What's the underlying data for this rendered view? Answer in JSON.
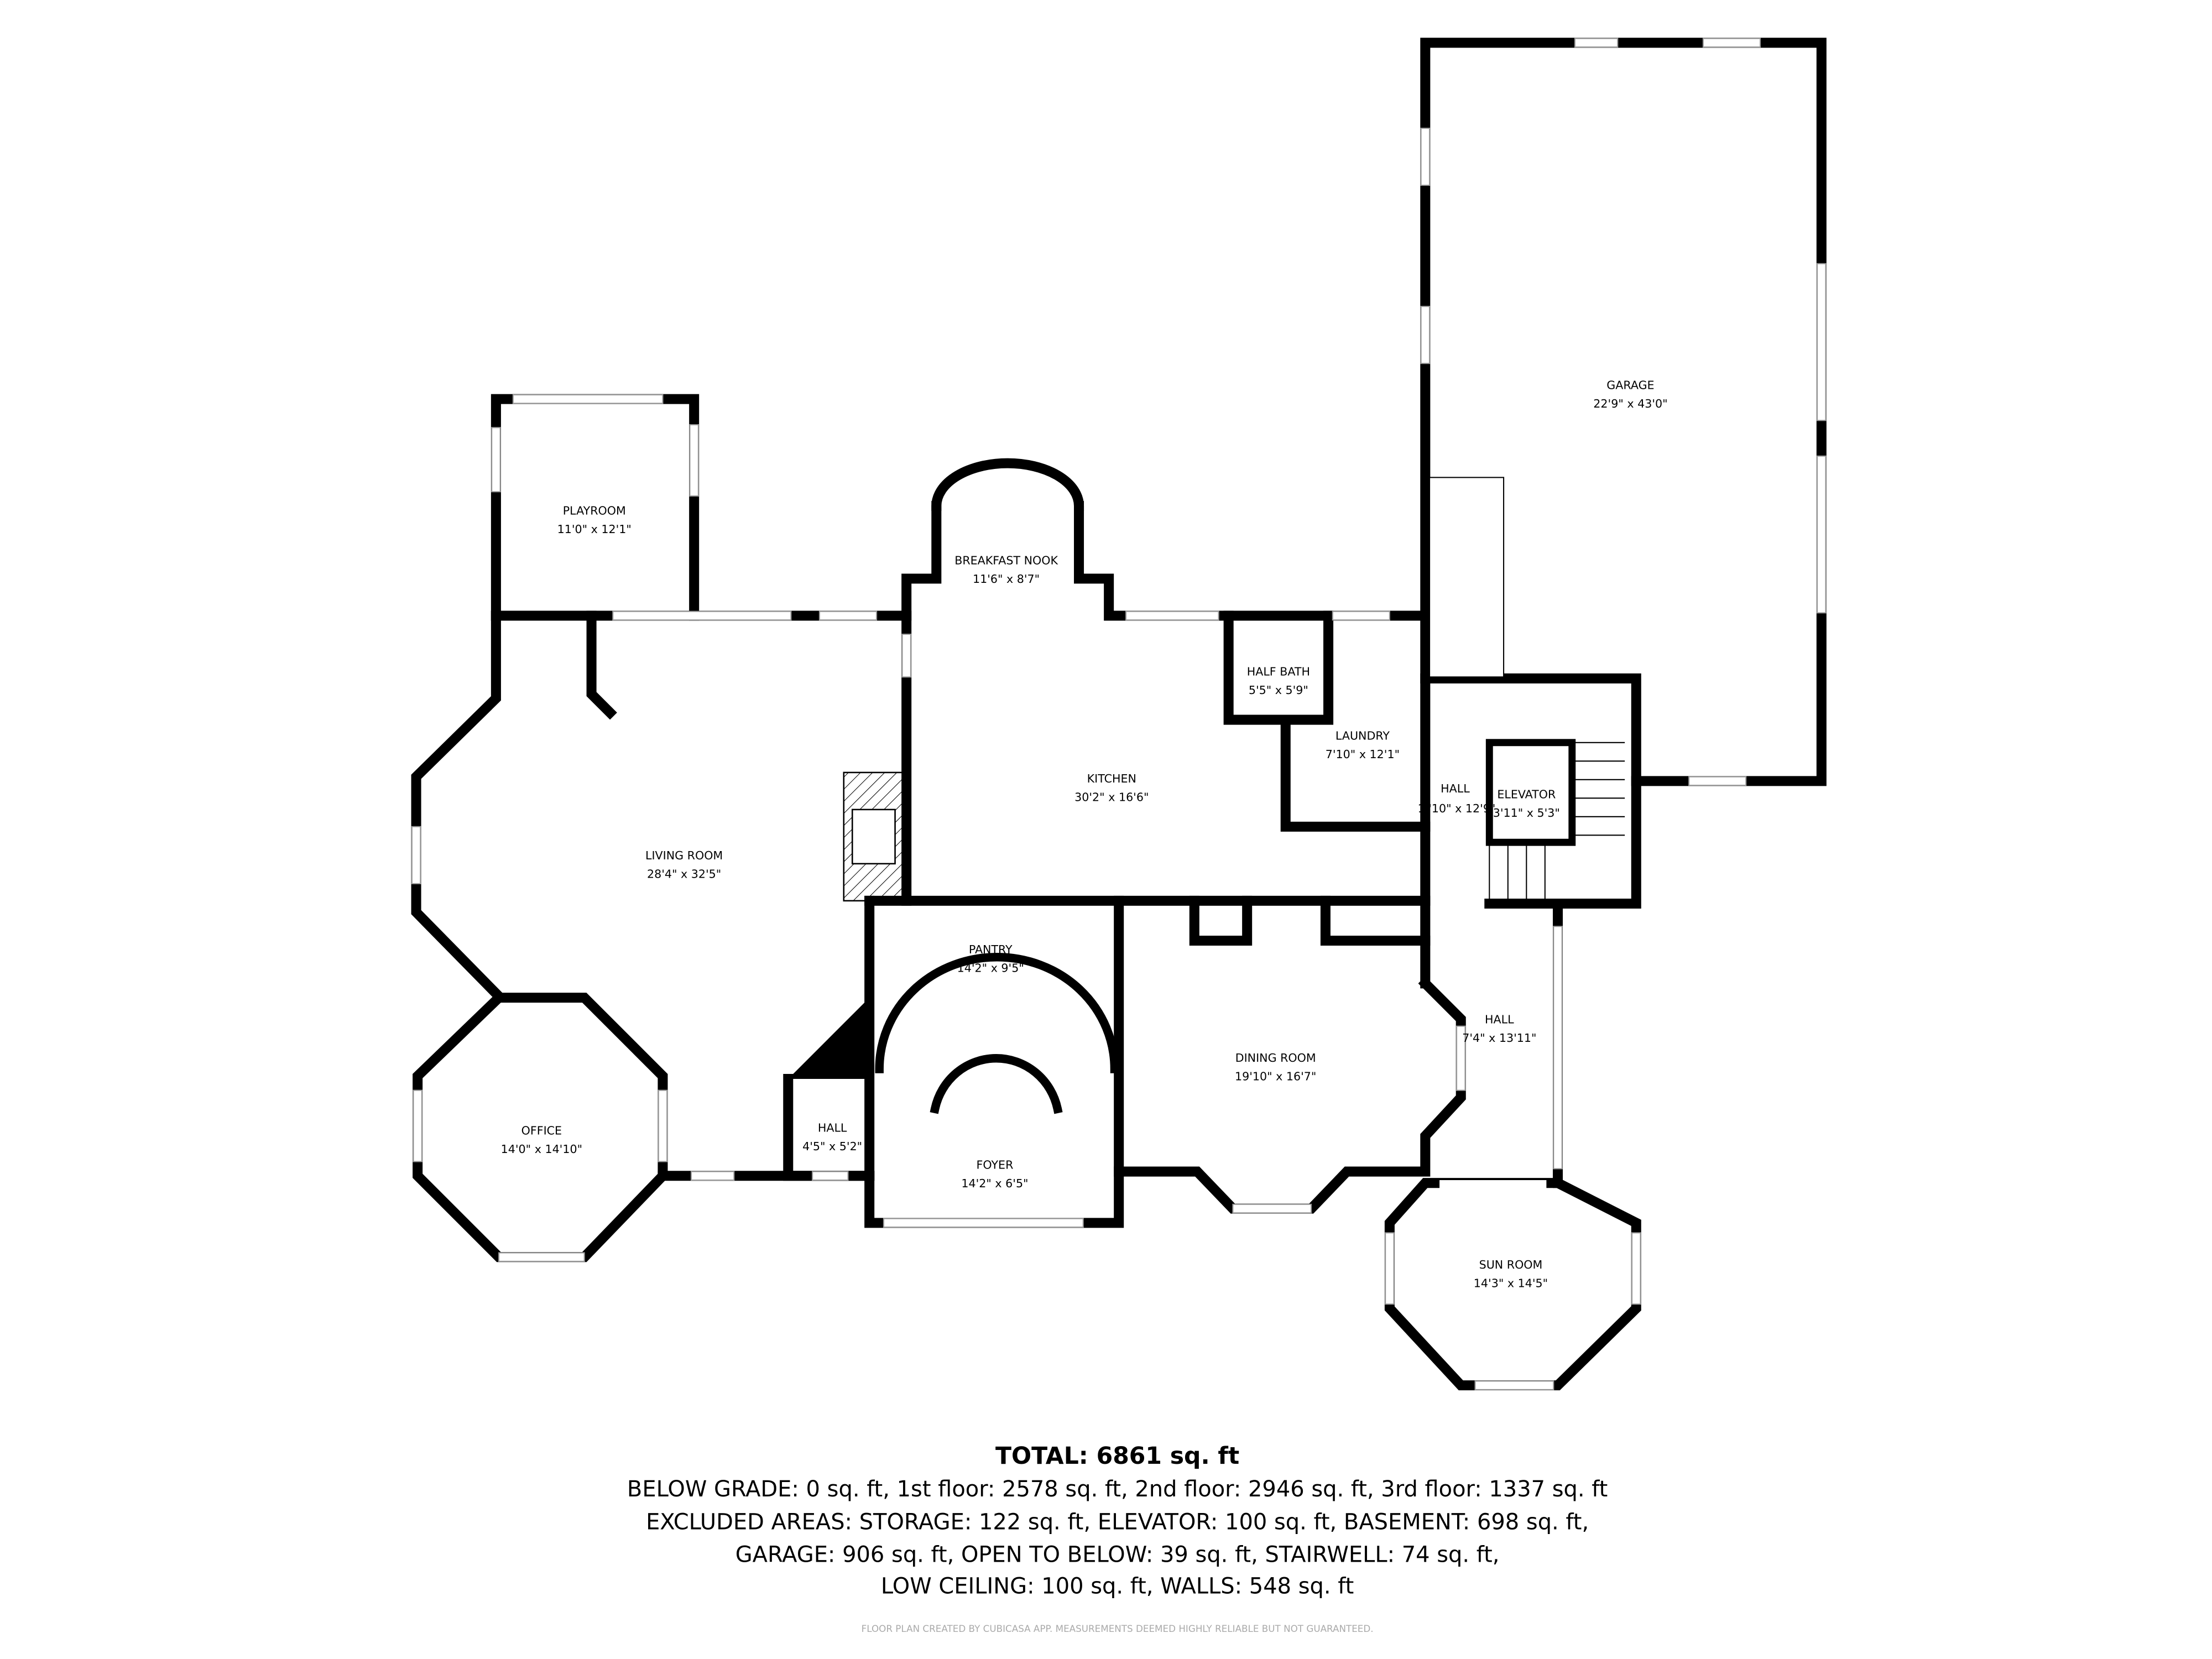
{
  "rooms": [
    {
      "name": "PLAYROOM",
      "dims": "11'0\" x 12'1\""
    },
    {
      "name": "BREAKFAST NOOK",
      "dims": "11'6\" x 8'7\""
    },
    {
      "name": "HALF BATH",
      "dims": "5'5\" x 5'9\""
    },
    {
      "name": "LAUNDRY",
      "dims": "7'10\" x 12'1\""
    },
    {
      "name": "KITCHEN",
      "dims": "30'2\" x 16'6\""
    },
    {
      "name": "HALL",
      "dims": "1 '10\" x 12'9\""
    },
    {
      "name": "ELEVATOR",
      "dims": "3'11\" x 5'3\""
    },
    {
      "name": "GARAGE",
      "dims": "22'9\" x 43'0\""
    },
    {
      "name": "LIVING ROOM",
      "dims": "28'4\" x 32'5\""
    },
    {
      "name": "PANTRY",
      "dims": "14'2\" x 9'5\""
    },
    {
      "name": "HALL",
      "dims": "7'4\" x 13'11\""
    },
    {
      "name": "DINING ROOM",
      "dims": "19'10\" x 16'7\""
    },
    {
      "name": "OFFICE",
      "dims": "14'0\" x 14'10\""
    },
    {
      "name": "HALL",
      "dims": "4'5\" x 5'2\""
    },
    {
      "name": "FOYER",
      "dims": "14'2\" x 6'5\""
    },
    {
      "name": "SUN ROOM",
      "dims": "14'3\" x 14'5\""
    }
  ],
  "summary": {
    "total": "TOTAL: 6861 sq. ft",
    "line1": "BELOW GRADE: 0 sq. ft, 1st floor: 2578 sq. ft, 2nd floor: 2946 sq. ft, 3rd floor: 1337 sq. ft",
    "line2": "EXCLUDED AREAS: STORAGE: 122 sq. ft, ELEVATOR: 100 sq. ft, BASEMENT: 698 sq. ft,",
    "line3": "GARAGE: 906 sq. ft, OPEN TO BELOW: 39 sq. ft, STAIRWELL: 74 sq. ft,",
    "line4": "LOW CEILING: 100 sq. ft, WALLS: 548 sq. ft"
  },
  "footer": "FLOOR PLAN CREATED BY CUBICASA APP. MEASUREMENTS DEEMED HIGHLY RELIABLE BUT NOT GUARANTEED."
}
